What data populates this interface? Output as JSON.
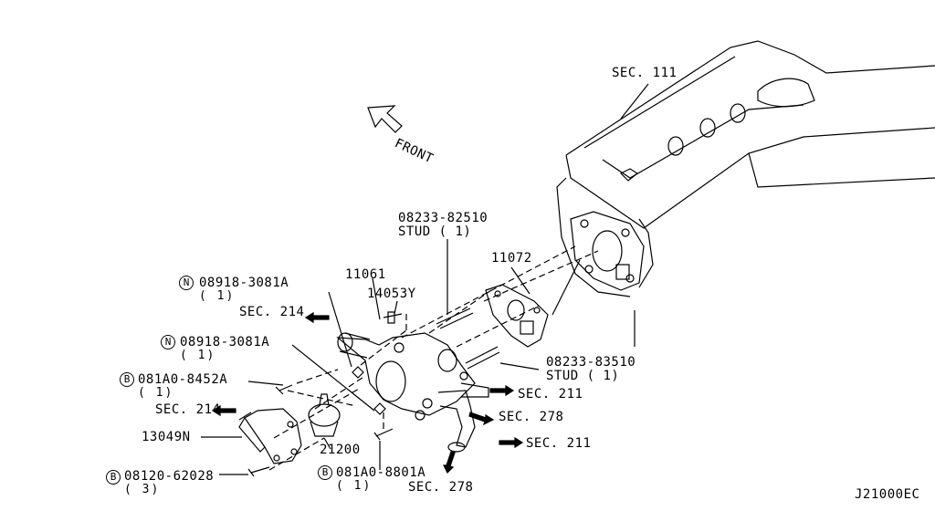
{
  "diagram": {
    "front": "FRONT",
    "code": "J21000EC",
    "labels": {
      "sec111": "SEC. 111",
      "p08233_82510": "08233-82510",
      "stud_top": "STUD ( 1)",
      "p11072": "11072",
      "p11061": "11061",
      "p14053y": "14053Y",
      "n1_part": "08918-3081A",
      "n1_qty": "( 1)",
      "sec214_a": "SEC. 214",
      "n2_part": "08918-3081A",
      "n2_qty": "( 1)",
      "p08233_83510": "08233-83510",
      "stud_bottom": "STUD ( 1)",
      "b1_part": "081A0-8452A",
      "b1_qty": "( 1)",
      "sec211_a": "SEC. 211",
      "sec214_b": "SEC. 214",
      "sec278_a": "SEC. 278",
      "p13049n": "13049N",
      "sec211_b": "SEC. 211",
      "p21200": "21200",
      "b2_part": "08120-62028",
      "b2_qty": "( 3)",
      "b3_part": "081A0-8801A",
      "b3_qty": "( 1)",
      "sec278_b": "SEC. 278"
    },
    "markers": {
      "n": "N",
      "b": "B"
    }
  }
}
